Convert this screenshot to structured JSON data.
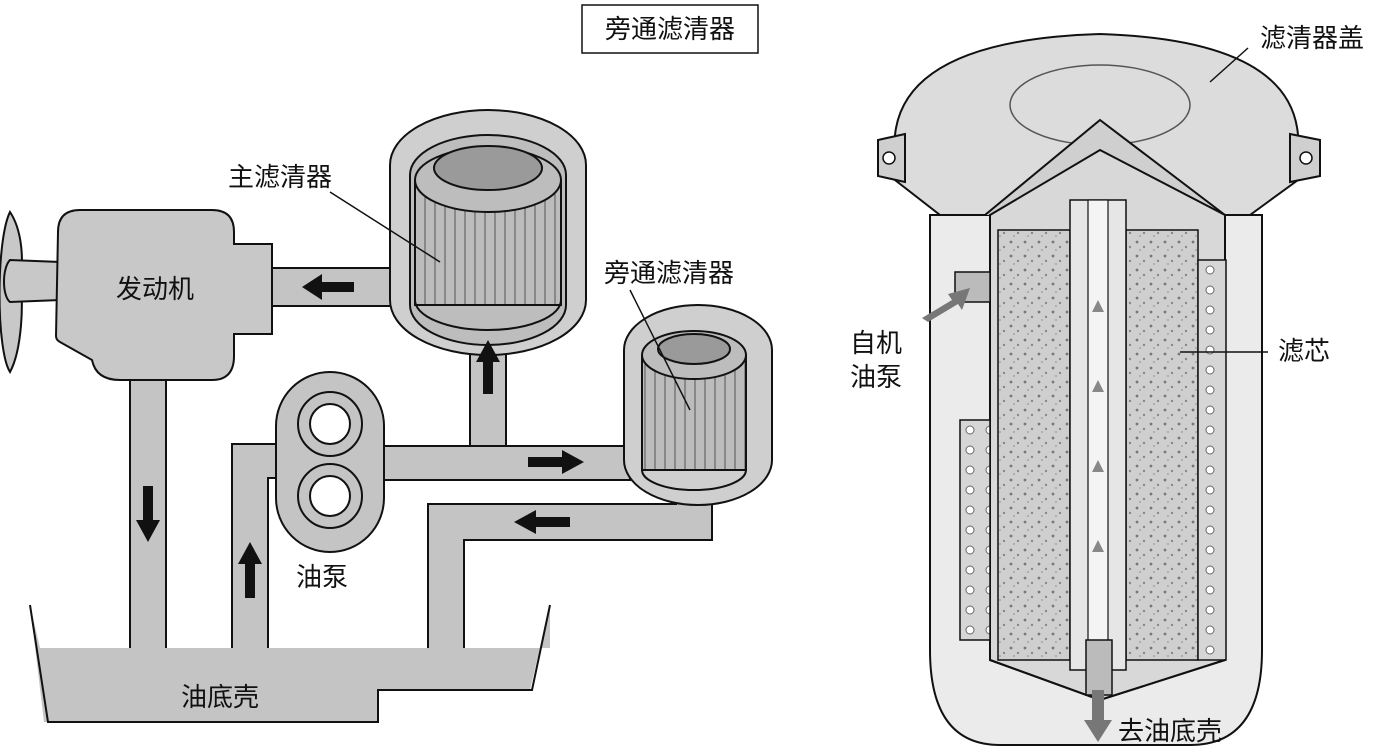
{
  "left_diagram": {
    "title": "旁通滤清器",
    "labels": {
      "engine": "发动机",
      "main_filter": "主滤清器",
      "bypass_filter": "旁通滤清器",
      "oil_pump": "油泵",
      "oil_pan": "油底壳"
    }
  },
  "right_diagram": {
    "labels": {
      "filter_cover": "滤清器盖",
      "inlet_line1": "自机",
      "inlet_line2": "油泵",
      "filter_element": "滤芯",
      "outlet": "去油底壳"
    }
  },
  "colors": {
    "pipe": "#c4c4c4",
    "outline": "#111111",
    "filter_inner": "#9a9a9a",
    "shell": "#d2d2d2"
  }
}
